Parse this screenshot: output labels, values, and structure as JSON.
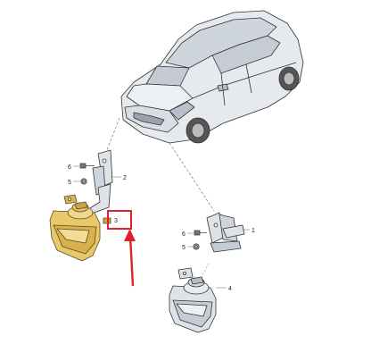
{
  "callouts": {
    "bracket_upper": "2",
    "bracket_lower": "1",
    "bolt_upper": "6",
    "nut_upper": "5",
    "bolt_lower": "6",
    "nut_lower": "5",
    "horn_highlighted": "3",
    "horn_lower": "4"
  },
  "colors": {
    "highlight_box": "#e0202a",
    "arrow": "#e0202a",
    "horn_highlight_fill": "#e8c96a",
    "part_outline": "#333333",
    "part_fill": "#dfe3e8",
    "car_fill": "#e6e9ee"
  },
  "icons": {
    "car": "car-illustration",
    "horn": "horn-illustration",
    "bracket": "bracket-illustration"
  }
}
